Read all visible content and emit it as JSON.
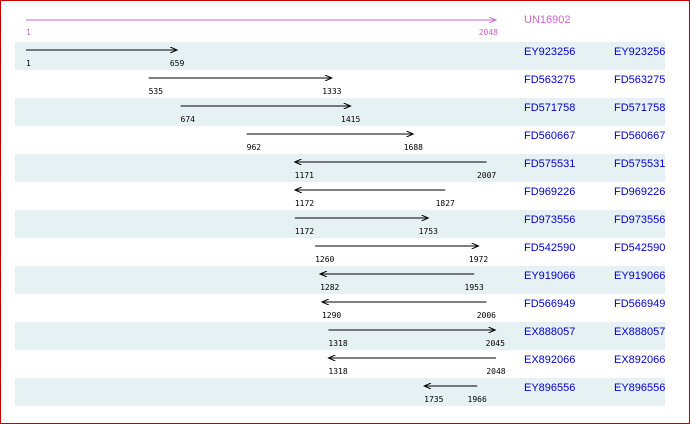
{
  "reference": {
    "id": "UN16902",
    "start": 1,
    "end": 2048,
    "start_label": "1",
    "end_label": "2048",
    "color": "#cc66cc"
  },
  "colors": {
    "arrow": "#000000",
    "link": "#0000cc",
    "shade": "#e6f1f4",
    "border": "#c00000"
  },
  "alignments": [
    {
      "id": "EY923256",
      "id2": "EY923256",
      "start": 1,
      "end": 659,
      "start_label": "1",
      "end_label": "659",
      "direction": "forward"
    },
    {
      "id": "FD563275",
      "id2": "FD563275",
      "start": 535,
      "end": 1333,
      "start_label": "535",
      "end_label": "1333",
      "direction": "forward"
    },
    {
      "id": "FD571758",
      "id2": "FD571758",
      "start": 674,
      "end": 1415,
      "start_label": "674",
      "end_label": "1415",
      "direction": "forward"
    },
    {
      "id": "FD560667",
      "id2": "FD560667",
      "start": 962,
      "end": 1688,
      "start_label": "962",
      "end_label": "1688",
      "direction": "forward"
    },
    {
      "id": "FD575531",
      "id2": "FD575531",
      "start": 1171,
      "end": 2007,
      "start_label": "1171",
      "end_label": "2007",
      "direction": "reverse"
    },
    {
      "id": "FD969226",
      "id2": "FD969226",
      "start": 1172,
      "end": 1827,
      "start_label": "1172",
      "end_label": "1827",
      "direction": "reverse"
    },
    {
      "id": "FD973556",
      "id2": "FD973556",
      "start": 1172,
      "end": 1753,
      "start_label": "1172",
      "end_label": "1753",
      "direction": "forward"
    },
    {
      "id": "FD542590",
      "id2": "FD542590",
      "start": 1260,
      "end": 1972,
      "start_label": "1260",
      "end_label": "1972",
      "direction": "forward"
    },
    {
      "id": "EY919066",
      "id2": "EY919066",
      "start": 1282,
      "end": 1953,
      "start_label": "1282",
      "end_label": "1953",
      "direction": "reverse"
    },
    {
      "id": "FD566949",
      "id2": "FD566949",
      "start": 1290,
      "end": 2006,
      "start_label": "1290",
      "end_label": "2006",
      "direction": "reverse"
    },
    {
      "id": "EX888057",
      "id2": "EX888057",
      "start": 1318,
      "end": 2045,
      "start_label": "1318",
      "end_label": "2045",
      "direction": "forward"
    },
    {
      "id": "EX892066",
      "id2": "EX892066",
      "start": 1318,
      "end": 2048,
      "start_label": "1318",
      "end_label": "2048",
      "direction": "reverse"
    },
    {
      "id": "EY896556",
      "id2": "EY896556",
      "start": 1735,
      "end": 1966,
      "start_label": "1735",
      "end_label": "1966",
      "direction": "reverse"
    }
  ]
}
